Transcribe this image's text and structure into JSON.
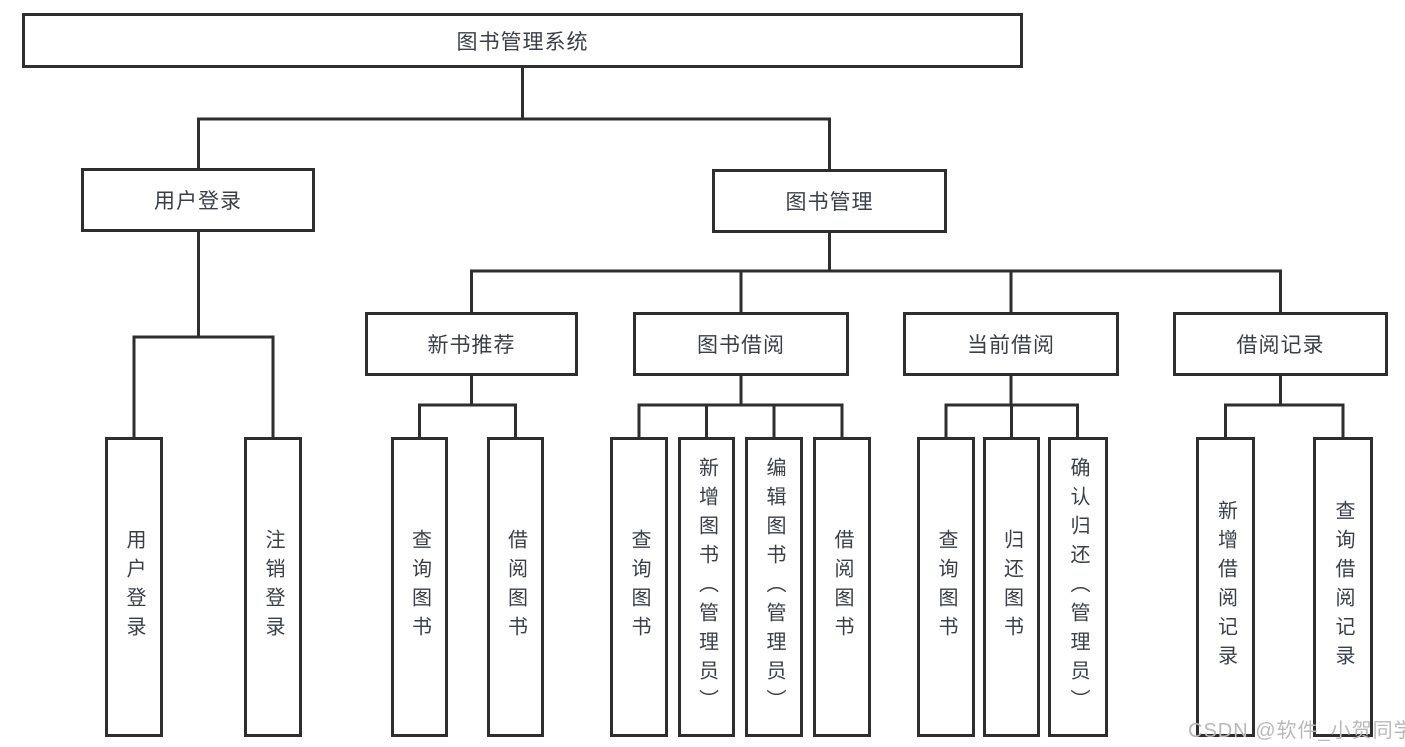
{
  "colors": {
    "line": "#2e2e2e",
    "box_border": "#2e2e2e",
    "text": "#3a3f47",
    "watermark": "#b9b9b9",
    "background": "#ffffff"
  },
  "watermark": {
    "text": "CSDN @软件_小贺同学"
  },
  "tree": {
    "root": {
      "label": "图书管理系统",
      "children": [
        {
          "label": "用户登录",
          "children": [
            {
              "label": "用户登录"
            },
            {
              "label": "注销登录"
            }
          ]
        },
        {
          "label": "图书管理",
          "children": [
            {
              "label": "新书推荐",
              "children": [
                {
                  "label": "查询图书"
                },
                {
                  "label": "借阅图书"
                }
              ]
            },
            {
              "label": "图书借阅",
              "children": [
                {
                  "label": "查询图书"
                },
                {
                  "label": "新增图书（管理员）"
                },
                {
                  "label": "编辑图书（管理员）"
                },
                {
                  "label": "借阅图书"
                }
              ]
            },
            {
              "label": "当前借阅",
              "children": [
                {
                  "label": "查询图书"
                },
                {
                  "label": "归还图书"
                },
                {
                  "label": "确认归还（管理员）"
                }
              ]
            },
            {
              "label": "借阅记录",
              "children": [
                {
                  "label": "新增借阅记录"
                },
                {
                  "label": "查询借阅记录"
                }
              ]
            }
          ]
        }
      ]
    }
  }
}
